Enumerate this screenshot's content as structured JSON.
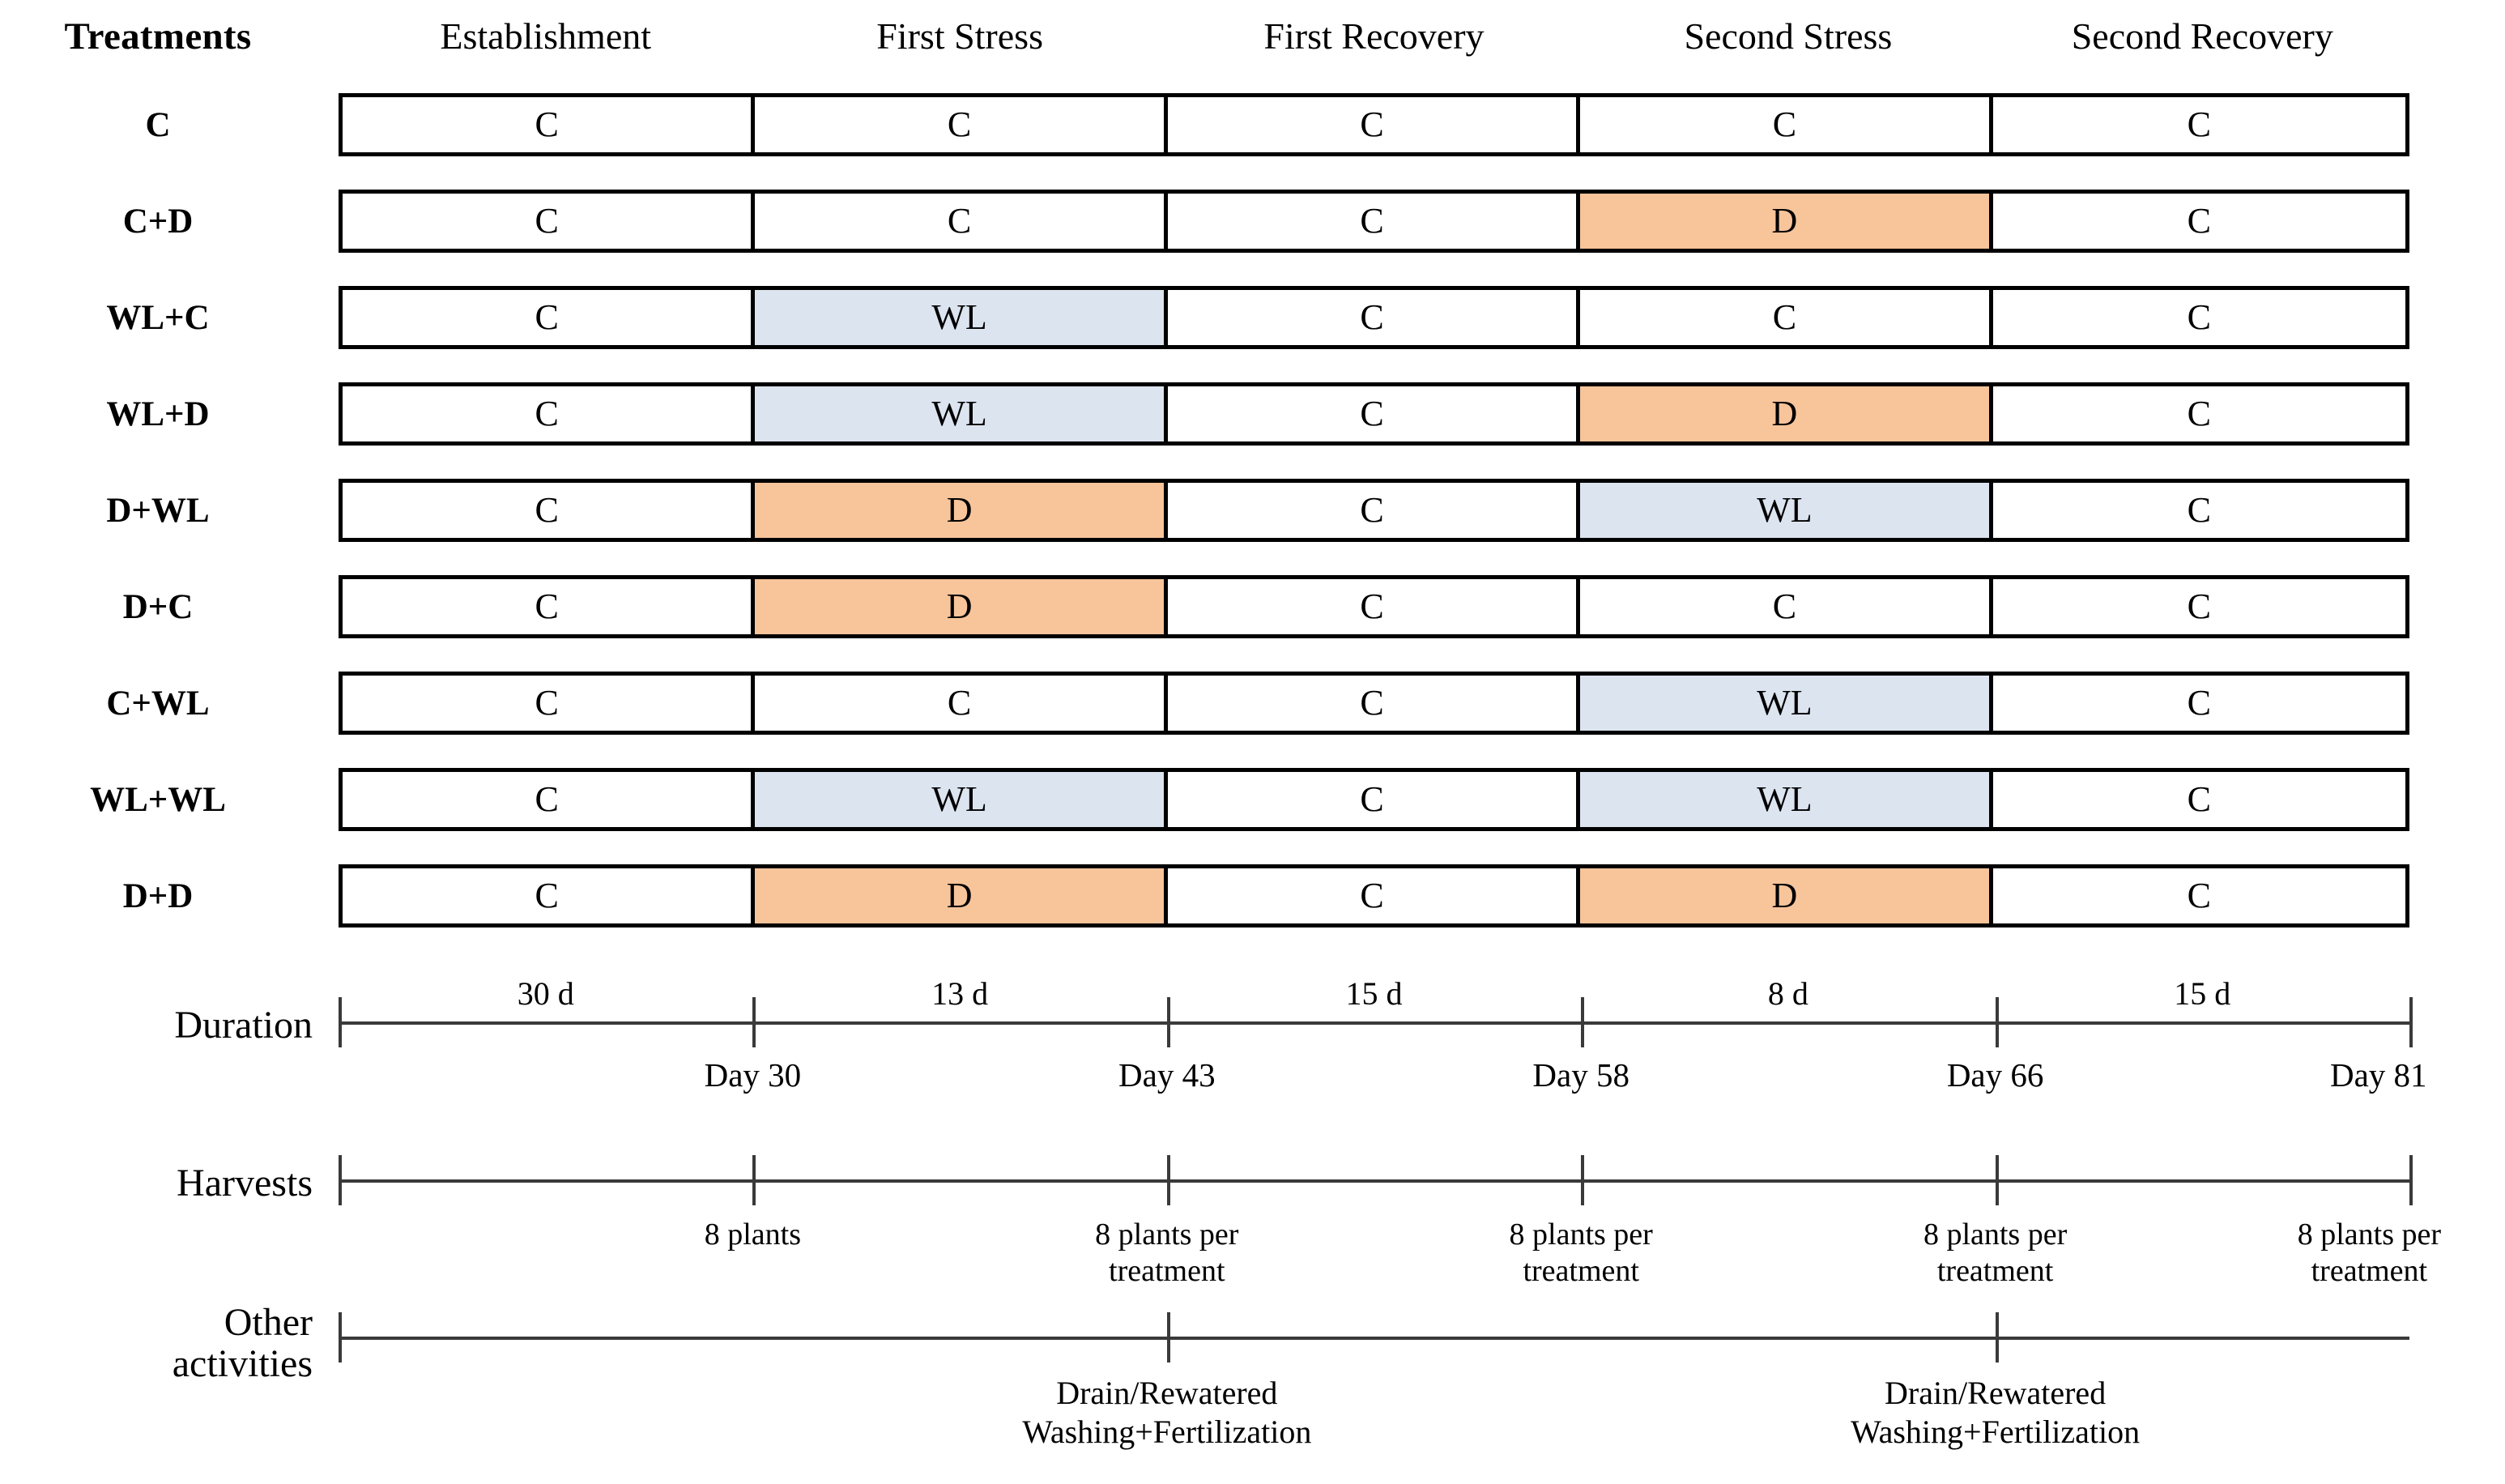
{
  "figure": {
    "type": "experimental-design-timeline",
    "colors": {
      "control": "#ffffff",
      "drought": "#f8c49a",
      "waterlogging": "#dce4f0",
      "border": "#000000",
      "axis": "#3a3a3a"
    }
  },
  "header": {
    "treatments_label": "Treatments",
    "phases": [
      "Establishment",
      "First Stress",
      "First Recovery",
      "Second Stress",
      "Second Recovery"
    ]
  },
  "rows": [
    {
      "label": "C",
      "cells": [
        "C",
        "C",
        "C",
        "C",
        "C"
      ],
      "kinds": [
        "c",
        "c",
        "c",
        "c",
        "c"
      ]
    },
    {
      "label": "C+D",
      "cells": [
        "C",
        "C",
        "C",
        "D",
        "C"
      ],
      "kinds": [
        "c",
        "c",
        "c",
        "d",
        "c"
      ]
    },
    {
      "label": "WL+C",
      "cells": [
        "C",
        "WL",
        "C",
        "C",
        "C"
      ],
      "kinds": [
        "c",
        "wl",
        "c",
        "c",
        "c"
      ]
    },
    {
      "label": "WL+D",
      "cells": [
        "C",
        "WL",
        "C",
        "D",
        "C"
      ],
      "kinds": [
        "c",
        "wl",
        "c",
        "d",
        "c"
      ]
    },
    {
      "label": "D+WL",
      "cells": [
        "C",
        "D",
        "C",
        "WL",
        "C"
      ],
      "kinds": [
        "c",
        "d",
        "c",
        "wl",
        "c"
      ]
    },
    {
      "label": "D+C",
      "cells": [
        "C",
        "D",
        "C",
        "C",
        "C"
      ],
      "kinds": [
        "c",
        "d",
        "c",
        "c",
        "c"
      ]
    },
    {
      "label": "C+WL",
      "cells": [
        "C",
        "C",
        "C",
        "WL",
        "C"
      ],
      "kinds": [
        "c",
        "c",
        "c",
        "wl",
        "c"
      ]
    },
    {
      "label": "WL+WL",
      "cells": [
        "C",
        "WL",
        "C",
        "WL",
        "C"
      ],
      "kinds": [
        "c",
        "wl",
        "c",
        "wl",
        "c"
      ]
    },
    {
      "label": "D+D",
      "cells": [
        "C",
        "D",
        "C",
        "D",
        "C"
      ],
      "kinds": [
        "c",
        "d",
        "c",
        "d",
        "c"
      ]
    }
  ],
  "duration": {
    "label": "Duration",
    "segments": [
      "30 d",
      "13 d",
      "15 d",
      "8 d",
      "15 d"
    ],
    "days": [
      "Day 30",
      "Day 43",
      "Day 58",
      "Day 66",
      "Day 81"
    ]
  },
  "harvests": {
    "label": "Harvests",
    "events": [
      "8 plants",
      "8 plants per\ntreatment",
      "8 plants per\ntreatment",
      "8 plants per\ntreatment",
      "8 plants per\ntreatment"
    ]
  },
  "other_activities": {
    "label": "Other\nactivities",
    "events": [
      {
        "at_day": "Day 43",
        "text": "Drain/Rewatered\nWashing+Fertilization"
      },
      {
        "at_day": "Day 66",
        "text": "Drain/Rewatered\nWashing+Fertilization"
      }
    ]
  }
}
